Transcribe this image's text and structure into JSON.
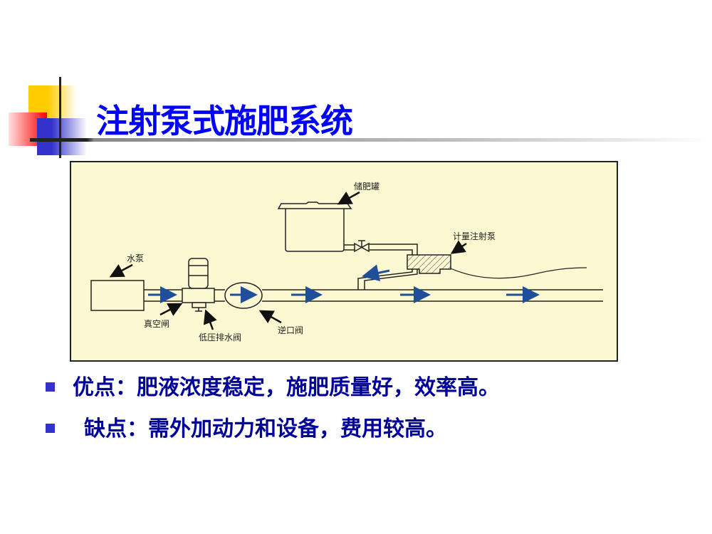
{
  "title": "注射泵式施肥系统",
  "diagram": {
    "labels": {
      "tank": "储肥罐",
      "metering_pump": "计量注射泵",
      "water_pump": "水泵",
      "vacuum_valve": "真空闸",
      "drain_valve": "低压排水阀",
      "check_valve": "逆口阀"
    },
    "colors": {
      "background": "#fbf8d2",
      "flow_arrow": "#1f4e9a"
    }
  },
  "bullets": [
    {
      "text": "优点：肥液浓度稳定，施肥质量好，效率高。"
    },
    {
      "text": "缺点：需外加动力和设备，费用较高。"
    }
  ],
  "colors": {
    "title": "#0000ff",
    "bullet_text": "#000099",
    "bullet_marker": "#3333cc"
  }
}
